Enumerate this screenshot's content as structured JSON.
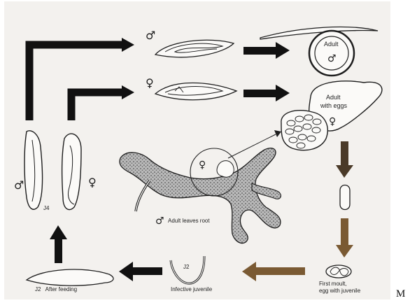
{
  "diagram": {
    "symbols": {
      "male": "♂",
      "female": "♀"
    },
    "stages": {
      "male_adult": {
        "label": "Adult"
      },
      "female_adult": {
        "label_line1": "Adult",
        "label_line2": "with eggs"
      },
      "egg": {
        "label_line1": "First moult,",
        "label_line2": "egg with juvenile"
      },
      "j2_infective": {
        "stage": "J2",
        "label": "Infective juvenile"
      },
      "j2_fed": {
        "label": "J2   After feeding"
      },
      "j4": {
        "stage": "J4"
      },
      "root": {
        "label": "Adult leaves root"
      }
    }
  },
  "trailing_text": "M",
  "colors": {
    "paper": "#f3f1ee",
    "ink": "#1e1e1e",
    "brown_arrow": "#7a5a33",
    "egg_arrow": "#4a3a28",
    "root_fill": "#8a8a8a"
  }
}
